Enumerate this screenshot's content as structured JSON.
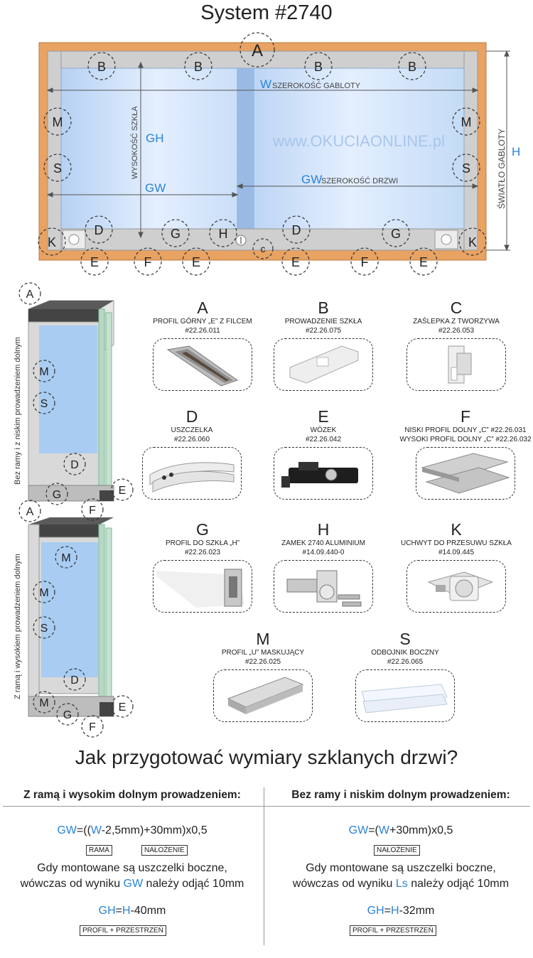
{
  "title": "System #2740",
  "diagram": {
    "watermark": "www.OKUCIAONLINE.pl",
    "dims": {
      "W": "W",
      "W_desc": "SZEROKOŚĆ GABLOTY",
      "GW": "GW",
      "GW_desc": "SZEROKOŚĆ DRZWI",
      "GH": "GH",
      "GH_desc": "WYSOKOŚĆ SZKŁA",
      "H": "H",
      "H_desc": "ŚWIATŁO GABLOTY"
    },
    "callouts": {
      "A": "A",
      "B": "B",
      "C": "c",
      "D": "D",
      "E": "E",
      "F": "F",
      "G": "G",
      "H": "H",
      "K": "K",
      "M": "M",
      "S": "S"
    }
  },
  "side_views": [
    {
      "label": "Bez ramy i z niskim prowadzeniem dolnym"
    },
    {
      "label": "Z ramą i wysokiem prowadzeniem dolnym"
    }
  ],
  "parts": [
    {
      "letter": "A",
      "name": "PROFIL GÓRNY „E” Z FILCEM",
      "code": "#22.26.011"
    },
    {
      "letter": "B",
      "name": "PROWADZENIE SZKŁA",
      "code": "#22.26.075"
    },
    {
      "letter": "C",
      "name": "ZAŚLEPKA Z TWORZYWA",
      "code": "#22.26.053"
    },
    {
      "letter": "D",
      "name": "USZCZELKA",
      "code": "#22.26.060"
    },
    {
      "letter": "E",
      "name": "WÓZEK",
      "code": "#22.26.042"
    },
    {
      "letter": "F",
      "name": "NISKI PROFIL DOLNY „C” #22.26.031",
      "code": "WYSOKI PROFIL DOLNY „C” #22.26.032"
    },
    {
      "letter": "G",
      "name": "PROFIL DO SZKŁA „H”",
      "code": "#22.26.023"
    },
    {
      "letter": "H",
      "name": "ZAMEK 2740 ALUMINIUM",
      "code": "#14.09.440-0"
    },
    {
      "letter": "K",
      "name": "UCHWYT DO PRZESUWU SZKŁA",
      "code": "#14.09.445"
    },
    {
      "letter": "M",
      "name": "PROFIL „U” MASKUJĄCY",
      "code": "#22.26.025"
    },
    {
      "letter": "S",
      "name": "ODBOJNIK BOCZNY",
      "code": "#22.26.065"
    }
  ],
  "howto": {
    "question": "Jak przygotować wymiary szklanych drzwi?",
    "left": {
      "heading": "Z ramą i wysokim dolnym prowadzeniem:",
      "f1": {
        "a": "GW",
        "b": "=((",
        "c": "W",
        "d": "-2,5mm)+30mm)x0,5"
      },
      "tag1": "RAMA",
      "tag2": "NAŁOŻENIE",
      "note1": "Gdy montowane są uszczelki boczne,",
      "note2a": "wówczas od wyniku ",
      "note2b": "GW",
      "note2c": " należy odjąć 10mm",
      "f2": {
        "a": "GH",
        "b": "=",
        "c": "H",
        "d": "-40mm"
      },
      "tag3": "PROFIL + PRZESTRZEŃ"
    },
    "right": {
      "heading": "Bez ramy i niskim dolnym prowadzeniem:",
      "f1": {
        "a": "GW",
        "b": "=(",
        "c": "W",
        "d": "+30mm)x0,5"
      },
      "tag1": "NAŁOŻENIE",
      "note1": "Gdy montowane są uszczelki boczne,",
      "note2a": "wówczas od wyniku ",
      "note2b": "Ls",
      "note2c": " należy odjąć 10mm",
      "f2": {
        "a": "GH",
        "b": "=",
        "c": "H",
        "d": "-32mm"
      },
      "tag3": "PROFIL + PRZESTRZEŃ"
    }
  },
  "colors": {
    "accent": "#2a84d6",
    "frame": "#e8a262",
    "glass": "#c7dcf7",
    "profile": "#c9c9c9"
  }
}
